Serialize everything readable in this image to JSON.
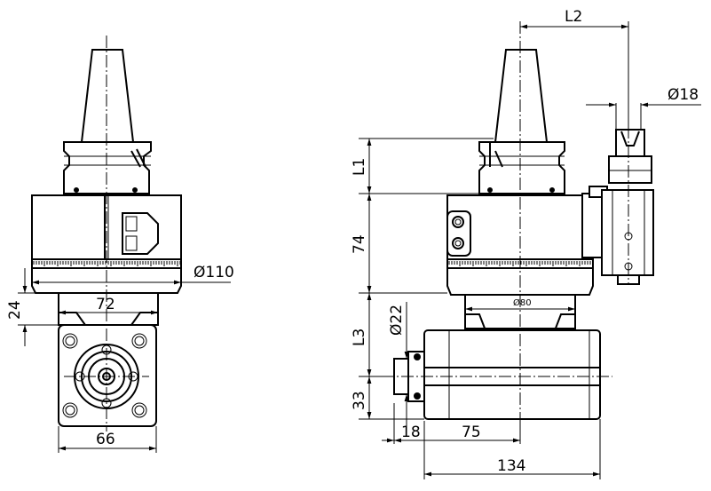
{
  "dimensions": {
    "d110": "Ø110",
    "w72": "72",
    "h24": "24",
    "w66": "66",
    "L2": "L2",
    "d18": "Ø18",
    "L1": "L1",
    "h74": "74",
    "d80": "Ø80",
    "d22": "Ø22",
    "L3": "L3",
    "h33": "33",
    "w18": "18",
    "w75": "75",
    "w134": "134"
  }
}
